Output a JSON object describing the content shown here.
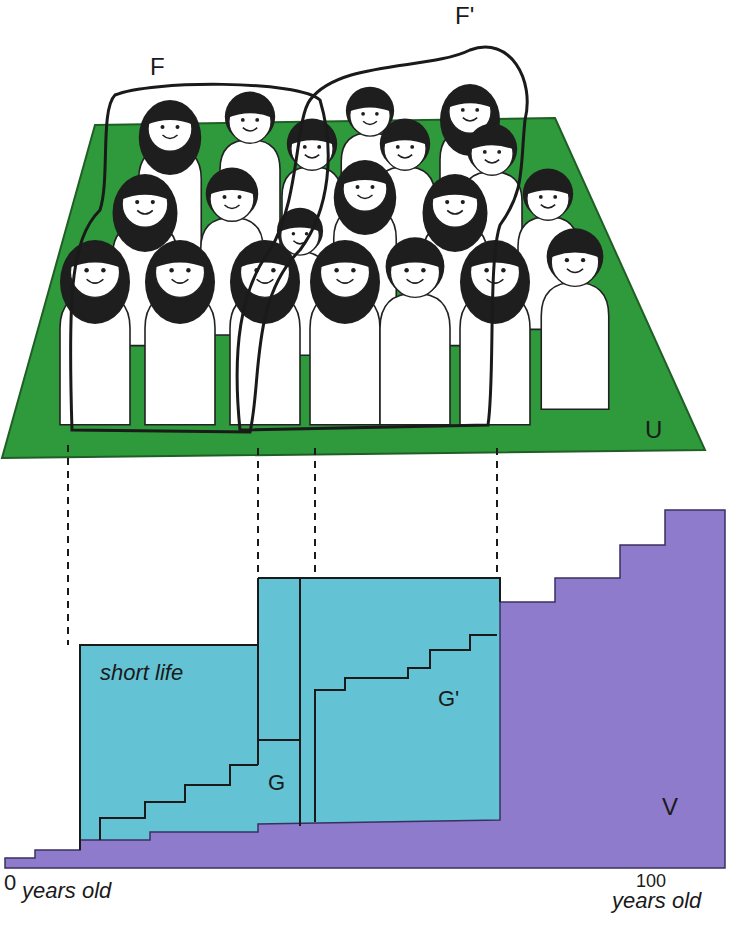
{
  "diagram": {
    "labels": [
      "F",
      "F'",
      "U",
      "short life",
      "G",
      "G'",
      "V",
      "0",
      "years old",
      "100",
      "years old"
    ]
  }
}
